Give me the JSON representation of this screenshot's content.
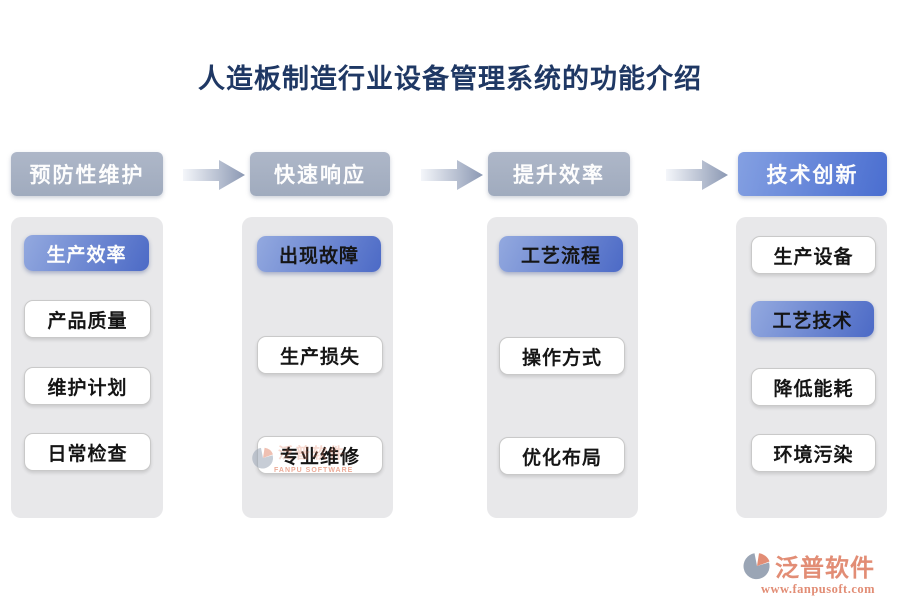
{
  "title": "人造板制造行业设备管理系统的功能介绍",
  "stages": [
    {
      "header": "预防性维护",
      "header_variant": "gray",
      "items": [
        {
          "label": "生产效率",
          "variant": "highlight",
          "text_tone": "light"
        },
        {
          "label": "产品质量",
          "variant": "plain",
          "text_tone": "dark"
        },
        {
          "label": "维护计划",
          "variant": "plain",
          "text_tone": "dark"
        },
        {
          "label": "日常检查",
          "variant": "plain",
          "text_tone": "dark"
        }
      ]
    },
    {
      "header": "快速响应",
      "header_variant": "gray",
      "items": [
        {
          "label": "出现故障",
          "variant": "highlight",
          "text_tone": "dark"
        },
        {
          "label": "生产损失",
          "variant": "plain",
          "text_tone": "dark"
        },
        {
          "label": "专业维修",
          "variant": "plain",
          "text_tone": "dark"
        }
      ]
    },
    {
      "header": "提升效率",
      "header_variant": "gray",
      "items": [
        {
          "label": "工艺流程",
          "variant": "highlight",
          "text_tone": "dark"
        },
        {
          "label": "操作方式",
          "variant": "plain",
          "text_tone": "dark"
        },
        {
          "label": "优化布局",
          "variant": "plain",
          "text_tone": "dark"
        }
      ]
    },
    {
      "header": "技术创新",
      "header_variant": "blue",
      "items": [
        {
          "label": "生产设备",
          "variant": "plain",
          "text_tone": "dark"
        },
        {
          "label": "工艺技术",
          "variant": "highlight",
          "text_tone": "dark"
        },
        {
          "label": "降低能耗",
          "variant": "plain",
          "text_tone": "dark"
        },
        {
          "label": "环境污染",
          "variant": "plain",
          "text_tone": "dark"
        }
      ]
    }
  ],
  "watermark": {
    "brand": "泛普软件",
    "caption": "FANPU SOFTWARE"
  },
  "footer": {
    "brand": "泛普软件",
    "url": "www.fanpusoft.com"
  },
  "colors": {
    "title": "#1f3864",
    "header_gray": "#a7b1c3",
    "highlight_blue_light": "#8ca4de",
    "highlight_blue_dark": "#4c6cc8",
    "panel_bg": "#e8e8ea",
    "box_border": "#c9c9c9",
    "arrow_light": "#f4f6fa",
    "arrow_dark": "#8b98b3",
    "logo_orange": "#e28d75"
  }
}
